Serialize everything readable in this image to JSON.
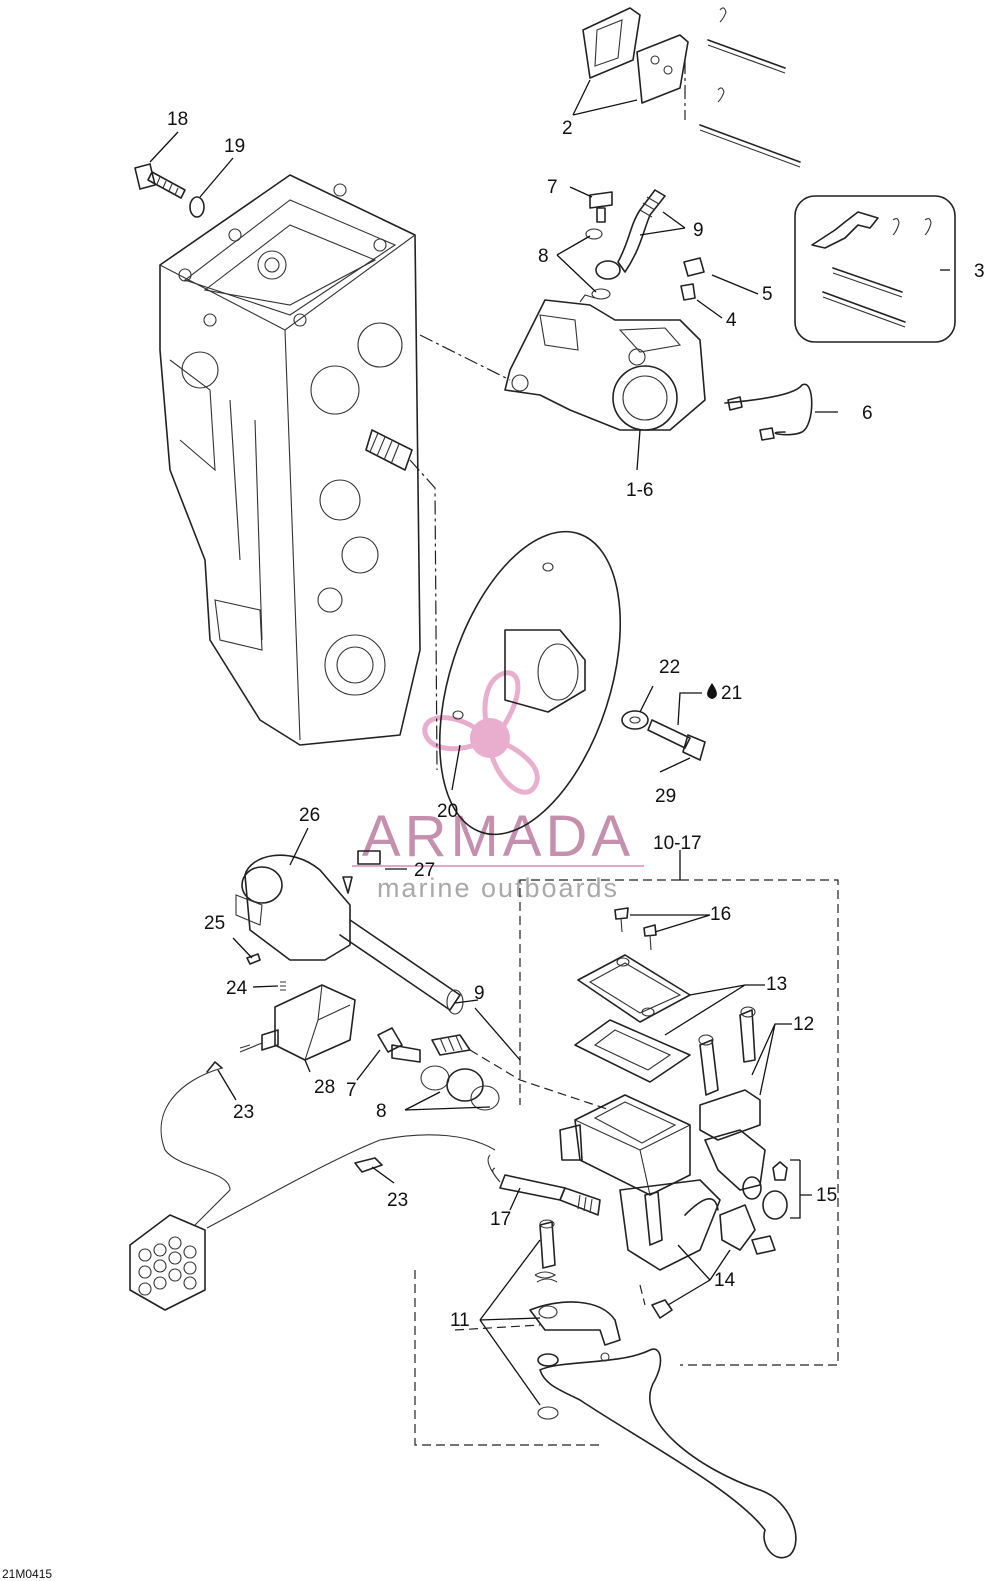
{
  "diagram": {
    "code": "21M0415",
    "callouts": [
      {
        "id": "c2",
        "text": "2"
      },
      {
        "id": "c3",
        "text": "3"
      },
      {
        "id": "c4",
        "text": "4"
      },
      {
        "id": "c5",
        "text": "5"
      },
      {
        "id": "c6",
        "text": "6"
      },
      {
        "id": "c7a",
        "text": "7"
      },
      {
        "id": "c7b",
        "text": "7"
      },
      {
        "id": "c8a",
        "text": "8"
      },
      {
        "id": "c8b",
        "text": "8"
      },
      {
        "id": "c9a",
        "text": "9"
      },
      {
        "id": "c9b",
        "text": "9"
      },
      {
        "id": "c10_17",
        "text": "10-17"
      },
      {
        "id": "c11",
        "text": "11"
      },
      {
        "id": "c12",
        "text": "12"
      },
      {
        "id": "c13",
        "text": "13"
      },
      {
        "id": "c14",
        "text": "14"
      },
      {
        "id": "c15",
        "text": "15"
      },
      {
        "id": "c16",
        "text": "16"
      },
      {
        "id": "c17",
        "text": "17"
      },
      {
        "id": "c18",
        "text": "18"
      },
      {
        "id": "c19",
        "text": "19"
      },
      {
        "id": "c20",
        "text": "20"
      },
      {
        "id": "c21",
        "text": "21"
      },
      {
        "id": "c22",
        "text": "22"
      },
      {
        "id": "c23a",
        "text": "23"
      },
      {
        "id": "c23b",
        "text": "23"
      },
      {
        "id": "c24",
        "text": "24"
      },
      {
        "id": "c25",
        "text": "25"
      },
      {
        "id": "c26",
        "text": "26"
      },
      {
        "id": "c27",
        "text": "27"
      },
      {
        "id": "c28",
        "text": "28"
      },
      {
        "id": "c29",
        "text": "29"
      },
      {
        "id": "c1_6",
        "text": "1-6"
      }
    ]
  },
  "watermark": {
    "brand": "ARMADA",
    "tagline": "marine outboards",
    "color": "#e7a6c8"
  },
  "icons": {
    "lubricant": "oil-drop-icon",
    "propeller": "propeller-logo-icon"
  }
}
